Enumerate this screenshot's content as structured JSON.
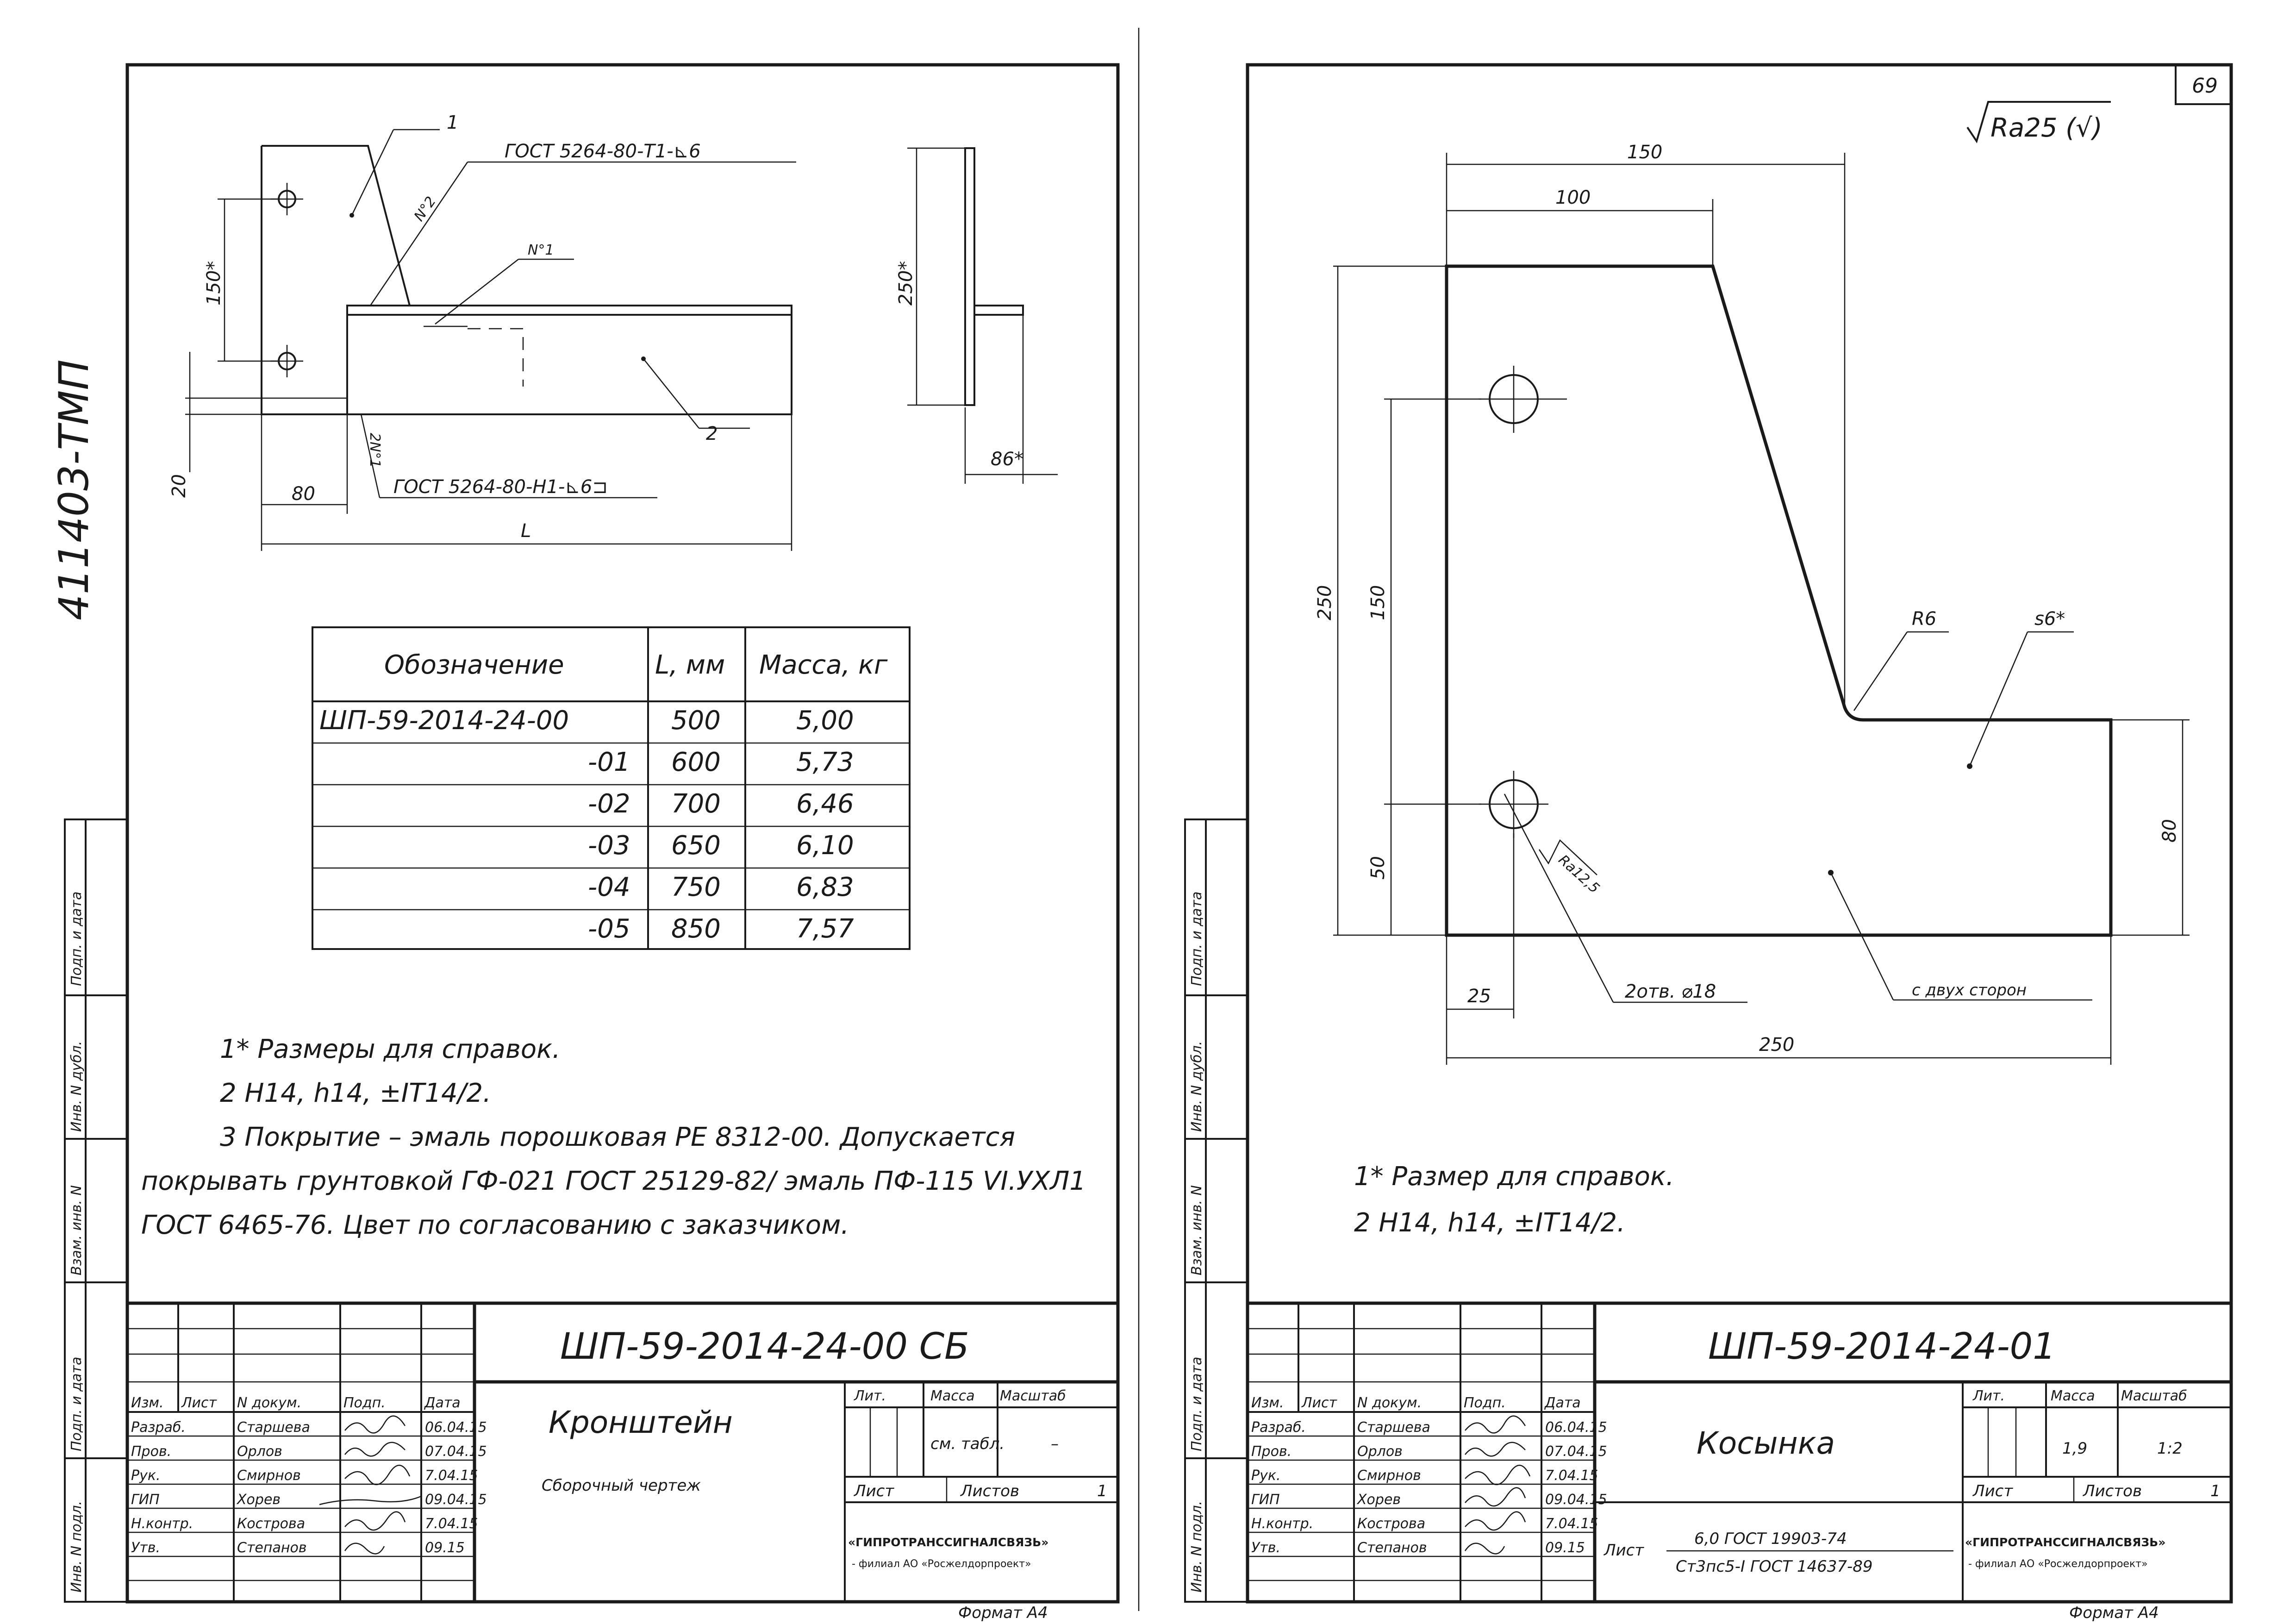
{
  "left": {
    "archive_no": "411403-ТМП",
    "callouts": {
      "c1": "1",
      "c2": "2"
    },
    "weld_top": "ГОСТ 5264-80-Т1-⊾6",
    "weld_bottom": "ГОСТ 5264-80-Н1-⊾6⊐",
    "weld_labels": {
      "w1": "N°1",
      "w2": "N°2",
      "w2b": "2N°1"
    },
    "dims": {
      "d150": "150*",
      "d20": "20",
      "d80": "80",
      "dL": "L",
      "d250": "250*",
      "d86": "86*"
    },
    "table": {
      "headers": [
        "Обозначение",
        "L, мм",
        "Масса, кг"
      ],
      "rows": [
        [
          "ШП-59-2014-24-00",
          "500",
          "5,00"
        ],
        [
          "-01",
          "600",
          "5,73"
        ],
        [
          "-02",
          "700",
          "6,46"
        ],
        [
          "-03",
          "650",
          "6,10"
        ],
        [
          "-04",
          "750",
          "6,83"
        ],
        [
          "-05",
          "850",
          "7,57"
        ]
      ]
    },
    "notes": {
      "n1": "1* Размеры для справок.",
      "n2": "2 Н14, h14, ±IT14/2.",
      "n3a": "3 Покрытие – эмаль порошковая РЕ 8312-00. Допускается",
      "n3b": "покрывать грунтовкой ГФ-021 ГОСТ 25129-82/ эмаль ПФ-115 VI.УХЛ1",
      "n3c": "ГОСТ 6465-76. Цвет по согласованию с заказчиком."
    },
    "stamp": {
      "designation": "ШП-59-2014-24-00 СБ",
      "name": "Кронштейн",
      "doc_type": "Сборочный чертеж",
      "massa": "см. табл.",
      "scale": "–",
      "sheet_no": "1"
    },
    "format": "Формат А4"
  },
  "right": {
    "sheet_number": "69",
    "roughness": "Ra25 (√)",
    "dims": {
      "d150": "150",
      "d100": "100",
      "d250v": "250",
      "d150v": "150",
      "d50": "50",
      "d80": "80",
      "d25": "25",
      "d250h": "250",
      "r6": "R6",
      "s6": "s6*"
    },
    "holes": "2отв. ⌀18",
    "hole_rough": "Ra12,5",
    "weld_note": "с двух сторон",
    "notes": {
      "n1": "1* Размер для справок.",
      "n2": "2 Н14, h14, ±IT14/2."
    },
    "stamp": {
      "designation": "ШП-59-2014-24-01",
      "name": "Косынка",
      "massa": "1,9",
      "scale": "1:2",
      "sheet_no": "1",
      "list_label": "Лист",
      "material1": "6,0 ГОСТ 19903-74",
      "material2": "Ст3пс5-I ГОСТ 14637-89"
    },
    "format": "Формат А4"
  },
  "stamp_common": {
    "col_headers": [
      "Изм.",
      "Лист",
      "N докум.",
      "Подп.",
      "Дата"
    ],
    "roles": [
      "Разраб.",
      "Пров.",
      "Рук.",
      "ГИП",
      "Н.контр.",
      "Утв."
    ],
    "names": [
      "Старшева",
      "Орлов",
      "Смирнов",
      "Хорев",
      "Кострова",
      "Степанов"
    ],
    "dates": [
      "06.04.15",
      "07.04.15",
      "7.04.15",
      "09.04.15",
      "7.04.15",
      "09.15"
    ],
    "lit": "Лит.",
    "massa_h": "Масса",
    "scale_h": "Масштаб",
    "sheet": "Лист",
    "sheets": "Листов",
    "org1": "«ГИПРОТРАНССИГНАЛСВЯЗЬ»",
    "org2": "- филиал АО «Росжелдорпроект»"
  },
  "side_labels": [
    "Подп. и дата",
    "Инв. N дубл.",
    "Взам. инв. N",
    "Подп. и дата",
    "Инв. N подл."
  ]
}
